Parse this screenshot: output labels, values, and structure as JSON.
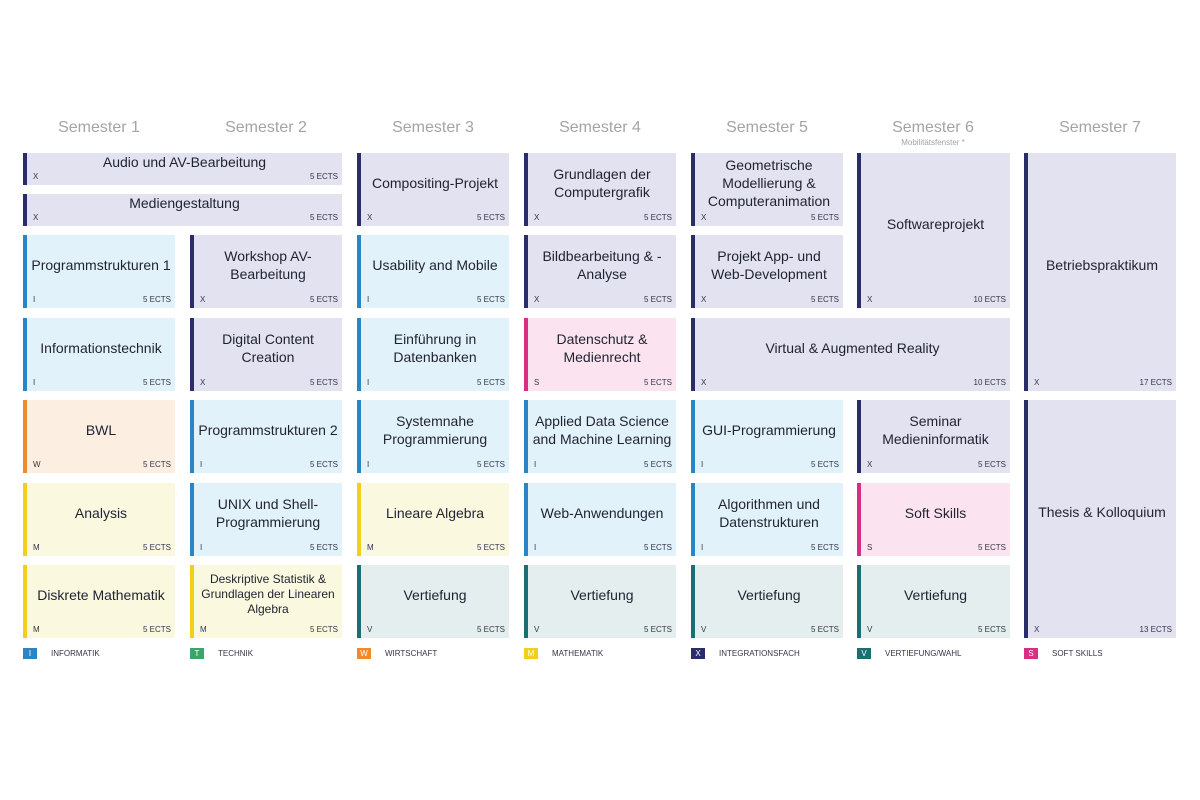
{
  "semesters": [
    {
      "label": "Semester 1"
    },
    {
      "label": "Semester 2"
    },
    {
      "label": "Semester 3"
    },
    {
      "label": "Semester 4"
    },
    {
      "label": "Semester 5"
    },
    {
      "label": "Semester 6",
      "note": "Mobilitätsfenster *"
    },
    {
      "label": "Semester 7"
    }
  ],
  "modules": {
    "audio_av": {
      "title": "Audio und AV-Bearbeitung",
      "category": "X",
      "ects": "5 ECTS"
    },
    "mediengestaltung": {
      "title": "Mediengestaltung",
      "category": "X",
      "ects": "5 ECTS"
    },
    "programmstrukturen1": {
      "title": "Programmstrukturen 1",
      "category": "I",
      "ects": "5 ECTS"
    },
    "informationstechnik": {
      "title": "Informationstechnik",
      "category": "I",
      "ects": "5 ECTS"
    },
    "bwl": {
      "title": "BWL",
      "category": "W",
      "ects": "5 ECTS"
    },
    "analysis": {
      "title": "Analysis",
      "category": "M",
      "ects": "5 ECTS"
    },
    "diskrete_mathematik": {
      "title": "Diskrete Mathematik",
      "category": "M",
      "ects": "5 ECTS"
    },
    "workshop_av": {
      "title": "Workshop AV-Bearbeitung",
      "category": "X",
      "ects": "5 ECTS"
    },
    "digital_content": {
      "title": "Digital Content Creation",
      "category": "X",
      "ects": "5 ECTS"
    },
    "programmstrukturen2": {
      "title": "Programmstrukturen 2",
      "category": "I",
      "ects": "5 ECTS"
    },
    "unix_shell": {
      "title": "UNIX und Shell-Programmierung",
      "category": "I",
      "ects": "5 ECTS"
    },
    "deskriptive_statistik": {
      "title": "Deskriptive Statistik & Grundlagen der Linearen Algebra",
      "category": "M",
      "ects": "5 ECTS"
    },
    "compositing": {
      "title": "Compositing-Projekt",
      "category": "X",
      "ects": "5 ECTS"
    },
    "usability_mobile": {
      "title": "Usability and Mobile",
      "category": "I",
      "ects": "5 ECTS"
    },
    "datenbanken": {
      "title": "Einführung in Datenbanken",
      "category": "I",
      "ects": "5 ECTS"
    },
    "systemnahe": {
      "title": "Systemnahe Programmierung",
      "category": "I",
      "ects": "5 ECTS"
    },
    "lineare_algebra": {
      "title": "Lineare Algebra",
      "category": "M",
      "ects": "5 ECTS"
    },
    "vertiefung_s3": {
      "title": "Vertiefung",
      "category": "V",
      "ects": "5 ECTS"
    },
    "grundlagen_cg": {
      "title": "Grundlagen der Computergrafik",
      "category": "X",
      "ects": "5 ECTS"
    },
    "bildbearbeitung": {
      "title": "Bildbearbeitung & -Analyse",
      "category": "X",
      "ects": "5 ECTS"
    },
    "datenschutz": {
      "title": "Datenschutz & Medienrecht",
      "category": "S",
      "ects": "5 ECTS"
    },
    "applied_ds": {
      "title": "Applied Data Science and Machine Learning",
      "category": "I",
      "ects": "5 ECTS"
    },
    "web_anwendungen": {
      "title": "Web-Anwendungen",
      "category": "I",
      "ects": "5 ECTS"
    },
    "vertiefung_s4": {
      "title": "Vertiefung",
      "category": "V",
      "ects": "5 ECTS"
    },
    "geometrische": {
      "title": "Geometrische Modellierung & Computeranimation",
      "category": "X",
      "ects": "5 ECTS"
    },
    "projekt_app": {
      "title": "Projekt App- und Web-Development",
      "category": "X",
      "ects": "5 ECTS"
    },
    "virtual_ar": {
      "title": "Virtual & Augmented Reality",
      "category": "X",
      "ects": "10 ECTS"
    },
    "gui_prog": {
      "title": "GUI-Programmierung",
      "category": "I",
      "ects": "5 ECTS"
    },
    "algorithmen": {
      "title": "Algorithmen und Datenstrukturen",
      "category": "I",
      "ects": "5 ECTS"
    },
    "vertiefung_s5": {
      "title": "Vertiefung",
      "category": "V",
      "ects": "5 ECTS"
    },
    "softwareprojekt": {
      "title": "Softwareprojekt",
      "category": "X",
      "ects": "10 ECTS"
    },
    "seminar": {
      "title": "Seminar Medieninformatik",
      "category": "X",
      "ects": "5 ECTS"
    },
    "soft_skills": {
      "title": "Soft Skills",
      "category": "S",
      "ects": "5 ECTS"
    },
    "vertiefung_s6": {
      "title": "Vertiefung",
      "category": "V",
      "ects": "5 ECTS"
    },
    "betriebspraktikum": {
      "title": "Betriebspraktikum",
      "category": "X",
      "ects": "17 ECTS"
    },
    "thesis": {
      "title": "Thesis & Kolloquium",
      "category": "X",
      "ects": "13 ECTS"
    }
  },
  "legend": [
    {
      "code": "I",
      "label": "INFORMATIK",
      "color": "#2a85c7"
    },
    {
      "code": "T",
      "label": "TECHNIK",
      "color": "#3aa56a"
    },
    {
      "code": "W",
      "label": "WIRTSCHAFT",
      "color": "#f08a2a"
    },
    {
      "code": "M",
      "label": "MATHEMATIK",
      "color": "#f2cf1d"
    },
    {
      "code": "X",
      "label": "INTEGRATIONSFACH",
      "color": "#2b2d6b"
    },
    {
      "code": "V",
      "label": "VERTIEFUNG/WAHL",
      "color": "#1b6e72"
    },
    {
      "code": "S",
      "label": "SOFT SKILLS",
      "color": "#d92e84"
    }
  ]
}
